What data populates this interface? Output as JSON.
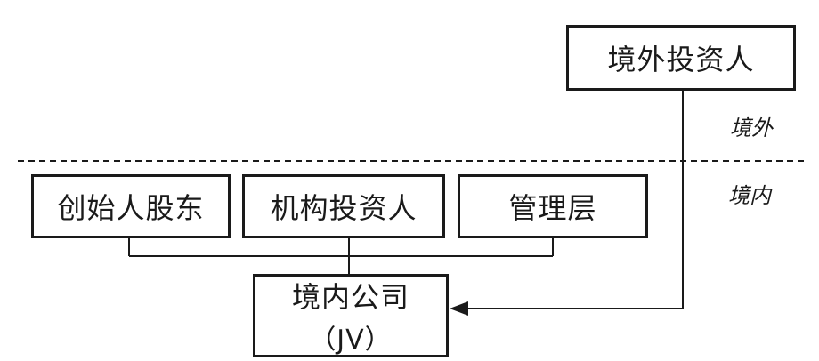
{
  "nodes": {
    "foreign_investor": "境外投资人",
    "founder": "创始人股东",
    "institutional": "机构投资人",
    "management": "管理层",
    "domestic_company": "境内公司",
    "domestic_company_sub": "（JV）"
  },
  "regions": {
    "overseas": "境外",
    "domestic": "境内"
  }
}
